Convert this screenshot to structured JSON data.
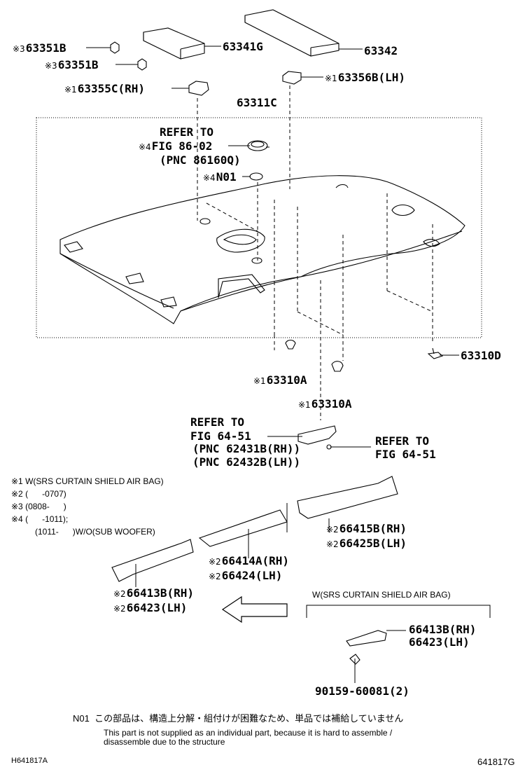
{
  "parts": {
    "p63351B_a": {
      "mark": "※3",
      "code": "63351B"
    },
    "p63351B_b": {
      "mark": "※3",
      "code": "63351B"
    },
    "p63341G": {
      "code": "63341G"
    },
    "p63342": {
      "code": "63342"
    },
    "p63356B": {
      "mark": "※1",
      "code": "63356B(LH)"
    },
    "p63355C": {
      "mark": "※1",
      "code": "63355C(RH)"
    },
    "p63311C": {
      "code": "63311C"
    },
    "ref86": {
      "line1": "REFER TO",
      "mark": "※4",
      "line2": "FIG 86-02",
      "line3": "(PNC 86160Q)"
    },
    "n01": {
      "mark": "※4",
      "code": "N01"
    },
    "p63310D": {
      "code": "63310D"
    },
    "p63310A_a": {
      "mark": "※1",
      "code": "63310A"
    },
    "p63310A_b": {
      "mark": "※1",
      "code": "63310A"
    },
    "ref64a": {
      "line1": "REFER TO",
      "line2": "FIG 64-51",
      "line3": "(PNC 62431B(RH))",
      "line4": "(PNC 62432B(LH))"
    },
    "ref64b": {
      "line1": "REFER TO",
      "line2": "FIG 64-51"
    },
    "p66415B": {
      "mark": "※2",
      "code": "66415B(RH)"
    },
    "p66425B": {
      "mark": "※2",
      "code": "66425B(LH)"
    },
    "p66414A": {
      "mark": "※2",
      "code": "66414A(RH)"
    },
    "p66424": {
      "mark": "※2",
      "code": "66424(LH)"
    },
    "p66413B": {
      "mark": "※2",
      "code": "66413B(RH)"
    },
    "p66423": {
      "mark": "※2",
      "code": "66423(LH)"
    },
    "p66413B_b": {
      "code": "66413B(RH)"
    },
    "p66423_b": {
      "code": "66423(LH)"
    },
    "p90159": {
      "code": "90159-60081(2)"
    }
  },
  "conditions": [
    {
      "mark": "※1",
      "text": "W(SRS CURTAIN SHIELD AIR BAG)"
    },
    {
      "mark": "※2",
      "text": "(      -0707)"
    },
    {
      "mark": "※3",
      "text": "(0808-      )"
    },
    {
      "mark": "※4",
      "text": "(      -1011);"
    },
    {
      "mark": "",
      "text": "(1011-      )W/O(SUB WOOFER)"
    }
  ],
  "airbag_header": "W(SRS CURTAIN SHIELD AIR BAG)",
  "footnote": {
    "code": "N01",
    "jp": "この部品は、構造上分解・組付けが困難なため、単品では補給していません",
    "en1": "This part is not supplied as an individual part, because it is hard to assemble /",
    "en2": "disassemble due to the structure"
  },
  "footer": {
    "left": "H641817A",
    "right": "641817G"
  }
}
